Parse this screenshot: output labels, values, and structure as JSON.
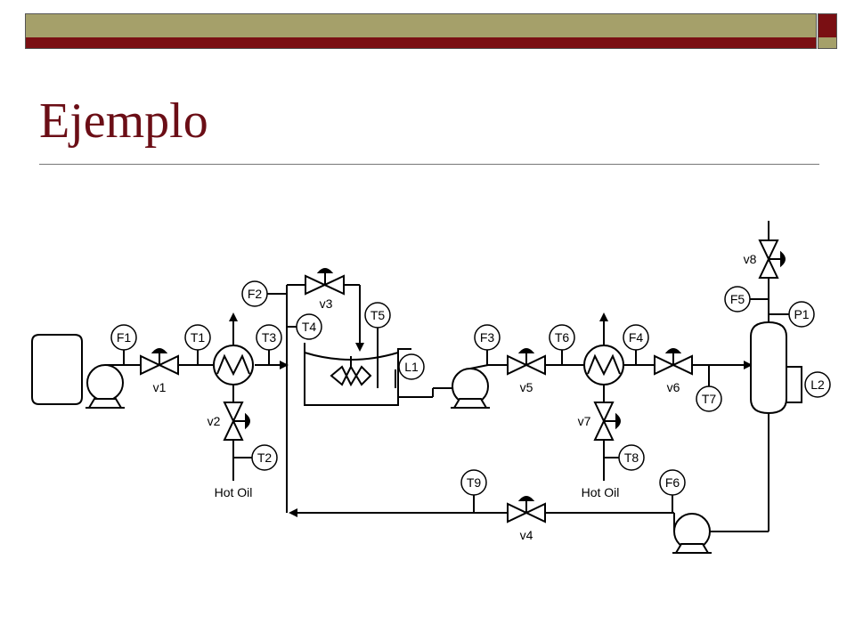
{
  "slide": {
    "title": "Ejemplo"
  },
  "colors": {
    "accent_maroon": "#7a0f13",
    "accent_olive": "#a5a06a",
    "title_color": "#6b0e16"
  },
  "diagram": {
    "instruments": {
      "F1": "F1",
      "T1": "T1",
      "T2": "T2",
      "T3": "T3",
      "T4": "T4",
      "T5": "T5",
      "F2": "F2",
      "L1": "L1",
      "F3": "F3",
      "T6": "T6",
      "F4": "F4",
      "T7": "T7",
      "T8": "T8",
      "T9": "T9",
      "F5": "F5",
      "P1": "P1",
      "L2": "L2",
      "F6": "F6"
    },
    "valves": {
      "v1": "v1",
      "v2": "v2",
      "v3": "v3",
      "v4": "v4",
      "v5": "v5",
      "v6": "v6",
      "v7": "v7",
      "v8": "v8"
    },
    "labels": {
      "hot_oil_left": "Hot Oil",
      "hot_oil_right": "Hot Oil"
    },
    "icons": [
      "pump-icon",
      "valve-icon",
      "heat-exchanger-icon",
      "stirred-tank-icon",
      "vessel-icon",
      "instrument-bubble-icon"
    ]
  }
}
